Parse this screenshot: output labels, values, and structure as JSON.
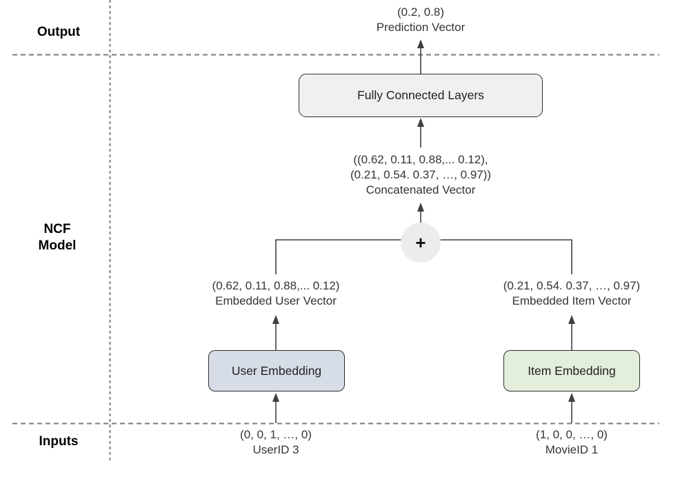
{
  "colors": {
    "fc_box_fill": "#f0f0f0",
    "user_box_fill": "#d7dde6",
    "item_box_fill": "#e3efdc",
    "plus_circle_fill": "#ececec",
    "box_border": "#2d2d2d",
    "wire": "#3f3f3f",
    "divider": "#7a7a7a",
    "text": "#343434",
    "section_label": "#000000"
  },
  "sections": {
    "output_label": "Output",
    "model_label_line1": "NCF",
    "model_label_line2": "Model",
    "inputs_label": "Inputs"
  },
  "output": {
    "vector": "(0.2, 0.8)",
    "caption": "Prediction Vector"
  },
  "fc_box": {
    "label": "Fully Connected Layers"
  },
  "concat": {
    "line1": "((0.62, 0.11, 0.88,... 0.12),",
    "line2": "(0.21, 0.54. 0.37, …, 0.97))",
    "caption": "Concatenated Vector"
  },
  "plus": {
    "symbol": "+"
  },
  "user_branch": {
    "vector": "(0.62, 0.11, 0.88,... 0.12)",
    "caption": "Embedded User Vector",
    "box_label": "User Embedding",
    "input_vector": "(0, 0, 1, …, 0)",
    "input_caption": "UserID 3"
  },
  "item_branch": {
    "vector": "(0.21, 0.54. 0.37, …, 0.97)",
    "caption": "Embedded Item Vector",
    "box_label": "Item Embedding",
    "input_vector": "(1, 0, 0, …, 0)",
    "input_caption": "MovieID 1"
  }
}
